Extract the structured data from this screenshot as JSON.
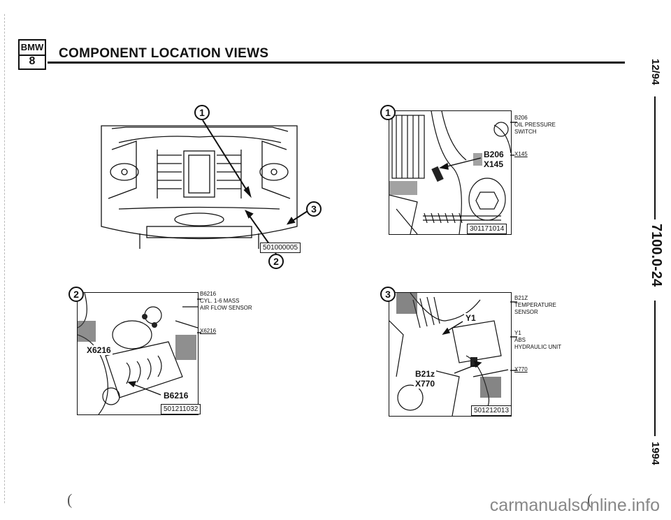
{
  "header": {
    "logo_text": "BMW",
    "logo_model": "8",
    "title": "COMPONENT LOCATION VIEWS"
  },
  "margin": {
    "date": "12/94",
    "page": "7100.0-24",
    "year": "1994"
  },
  "overview": {
    "markers": [
      "1",
      "2",
      "3"
    ],
    "code": "501000005"
  },
  "panel1": {
    "marker": "1",
    "callouts": [
      "B206",
      "X145"
    ],
    "code": "301171014",
    "captions": [
      {
        "id": "B206",
        "lines": [
          "OIL PRESSURE",
          "SWITCH"
        ]
      },
      {
        "id": "X145",
        "lines": []
      }
    ]
  },
  "panel2": {
    "marker": "2",
    "callouts": [
      "X6216",
      "B6216"
    ],
    "code": "501211032",
    "captions": [
      {
        "id": "B6216",
        "lines": [
          "CYL. 1-6 MASS",
          "AIR FLOW SENSOR"
        ]
      },
      {
        "id": "X6216",
        "lines": []
      }
    ]
  },
  "panel3": {
    "marker": "3",
    "callouts": [
      "Y1",
      "B21z",
      "X770"
    ],
    "code": "501212013",
    "captions": [
      {
        "id": "B21z",
        "lines": [
          "TEMPERATURE",
          "SENSOR"
        ]
      },
      {
        "id": "Y1",
        "lines": [
          "ABS",
          "HYDRAULIC UNIT"
        ]
      },
      {
        "id": "X770",
        "lines": []
      }
    ]
  },
  "footer": {
    "watermark": "carmanualsonline.info"
  }
}
